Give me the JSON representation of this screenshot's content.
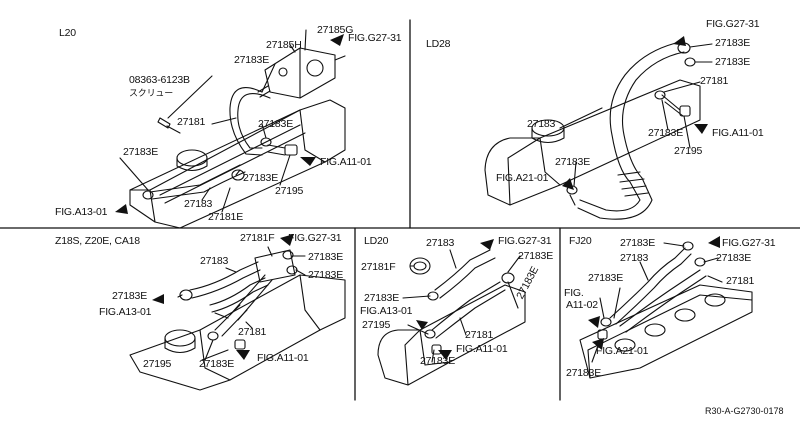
{
  "panels": {
    "l20": {
      "title": "L20",
      "labels": {
        "screw_part": "08363-6123B",
        "screw_kana": "スクリュー",
        "p27185g": "27185G",
        "p27185h": "27185H",
        "fig_top": "FIG.G27-31",
        "p27183e_a": "27183E",
        "p27181": "27181",
        "p27183e_b": "27183E",
        "p27183e_c": "27183E",
        "fig_a11": "FIG.A11-01",
        "p27183e_d": "27183E",
        "p27195": "27195",
        "fig_a13": "FIG.A13-01",
        "p27183": "27183",
        "p27181e": "27181E"
      }
    },
    "ld28": {
      "title": "LD28",
      "labels": {
        "fig_top": "FIG.G27-31",
        "p27183e_a": "27183E",
        "p27183e_b": "27183E",
        "p27181": "27181",
        "p27183": "27183",
        "p27183e_c": "27183E",
        "fig_a11": "FIG.A11-01",
        "p27183e_d": "27183E",
        "p27195": "27195",
        "fig_a21": "FIG.A21-01"
      }
    },
    "z18s": {
      "title": "Z18S, Z20E, CA18",
      "labels": {
        "p27181f": "27181F",
        "fig_top": "FIG.G27-31",
        "p27183": "27183",
        "p27183e_a": "27183E",
        "p27183e_b": "27183E",
        "p27183e_c": "27183E",
        "fig_a13": "FIG.A13-01",
        "p27181": "27181",
        "fig_a11": "FIG.A11-01",
        "p27195": "27195",
        "p27183e_d": "27183E"
      }
    },
    "ld20": {
      "title": "LD20",
      "labels": {
        "p27183": "27183",
        "fig_top": "FIG.G27-31",
        "p27181f": "27181F",
        "p27183e_a": "27183E",
        "p27183e_b": "27183E",
        "fig_a13": "FIG.A13-01",
        "p27183e_c": "27183E",
        "p27195": "27195",
        "p27181": "27181",
        "fig_a11": "FIG.A11-01",
        "p27183e_d": "27183E"
      }
    },
    "fj20": {
      "title": "FJ20",
      "labels": {
        "p27183e_a": "27183E",
        "fig_top": "FIG.G27-31",
        "p27183": "27183",
        "p27183e_b": "27183E",
        "p27183e_c": "27183E",
        "p27181": "27181",
        "fig_a11_1": "FIG.",
        "fig_a11_2": "A11-02",
        "fig_a21": "FIG.A21-01",
        "p27183e_d": "27183E"
      }
    }
  },
  "footer": {
    "code": "R30-A-G2730-0178"
  }
}
